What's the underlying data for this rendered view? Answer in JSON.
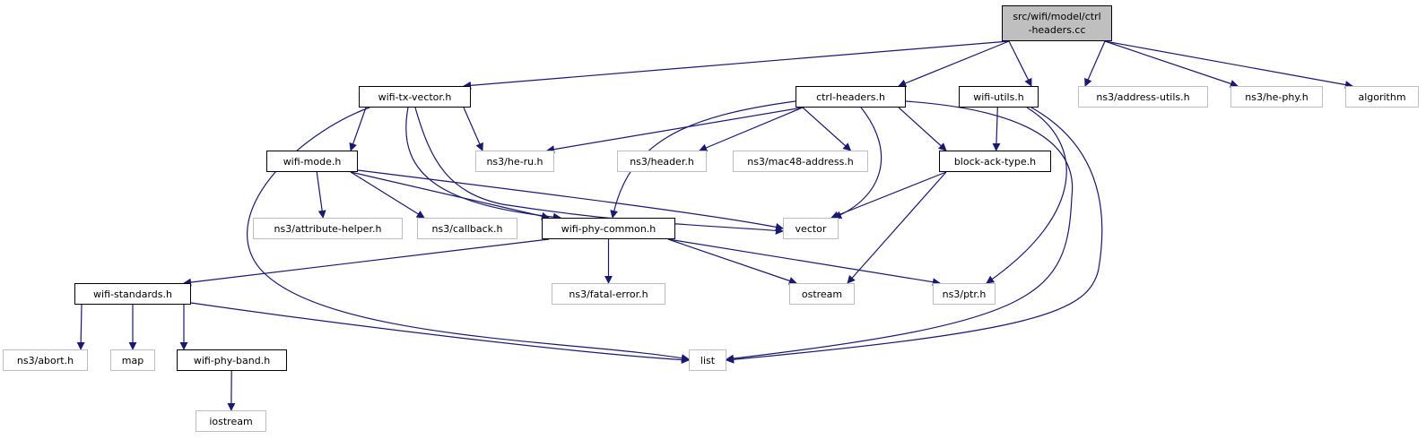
{
  "graph": {
    "edge_color": "#191970",
    "doc_border": "#000000",
    "ext_border": "#bfbfbf",
    "root_fill": "#bfbfbf",
    "nodes": [
      {
        "id": "root",
        "lines": [
          "src/wifi/model/ctrl",
          "-headers.cc"
        ],
        "kind": "root"
      },
      {
        "id": "wifi-tx-vector",
        "lines": [
          "wifi-tx-vector.h"
        ],
        "kind": "doc"
      },
      {
        "id": "ctrl-headers",
        "lines": [
          "ctrl-headers.h"
        ],
        "kind": "doc"
      },
      {
        "id": "wifi-utils",
        "lines": [
          "wifi-utils.h"
        ],
        "kind": "doc"
      },
      {
        "id": "address-utils",
        "lines": [
          "ns3/address-utils.h"
        ],
        "kind": "ext"
      },
      {
        "id": "he-phy",
        "lines": [
          "ns3/he-phy.h"
        ],
        "kind": "ext"
      },
      {
        "id": "algorithm",
        "lines": [
          "algorithm"
        ],
        "kind": "ext"
      },
      {
        "id": "wifi-mode",
        "lines": [
          "wifi-mode.h"
        ],
        "kind": "doc"
      },
      {
        "id": "he-ru",
        "lines": [
          "ns3/he-ru.h"
        ],
        "kind": "ext"
      },
      {
        "id": "header",
        "lines": [
          "ns3/header.h"
        ],
        "kind": "ext"
      },
      {
        "id": "mac48",
        "lines": [
          "ns3/mac48-address.h"
        ],
        "kind": "ext"
      },
      {
        "id": "block-ack-type",
        "lines": [
          "block-ack-type.h"
        ],
        "kind": "doc"
      },
      {
        "id": "attribute-helper",
        "lines": [
          "ns3/attribute-helper.h"
        ],
        "kind": "ext"
      },
      {
        "id": "callback",
        "lines": [
          "ns3/callback.h"
        ],
        "kind": "ext"
      },
      {
        "id": "wifi-phy-common",
        "lines": [
          "wifi-phy-common.h"
        ],
        "kind": "doc"
      },
      {
        "id": "vector",
        "lines": [
          "vector"
        ],
        "kind": "ext"
      },
      {
        "id": "wifi-standards",
        "lines": [
          "wifi-standards.h"
        ],
        "kind": "doc"
      },
      {
        "id": "fatal-error",
        "lines": [
          "ns3/fatal-error.h"
        ],
        "kind": "ext"
      },
      {
        "id": "ostream",
        "lines": [
          "ostream"
        ],
        "kind": "ext"
      },
      {
        "id": "ptr",
        "lines": [
          "ns3/ptr.h"
        ],
        "kind": "ext"
      },
      {
        "id": "abort",
        "lines": [
          "ns3/abort.h"
        ],
        "kind": "ext"
      },
      {
        "id": "map",
        "lines": [
          "map"
        ],
        "kind": "ext"
      },
      {
        "id": "wifi-phy-band",
        "lines": [
          "wifi-phy-band.h"
        ],
        "kind": "doc"
      },
      {
        "id": "list",
        "lines": [
          "list"
        ],
        "kind": "ext"
      },
      {
        "id": "iostream",
        "lines": [
          "iostream"
        ],
        "kind": "ext"
      }
    ],
    "edges": [
      [
        "root",
        "wifi-tx-vector"
      ],
      [
        "root",
        "ctrl-headers"
      ],
      [
        "root",
        "wifi-utils"
      ],
      [
        "root",
        "address-utils"
      ],
      [
        "root",
        "he-phy"
      ],
      [
        "root",
        "algorithm"
      ],
      [
        "wifi-tx-vector",
        "wifi-mode"
      ],
      [
        "wifi-tx-vector",
        "he-ru"
      ],
      [
        "wifi-tx-vector",
        "wifi-phy-common"
      ],
      [
        "wifi-tx-vector",
        "vector"
      ],
      [
        "wifi-tx-vector",
        "list"
      ],
      [
        "ctrl-headers",
        "he-ru"
      ],
      [
        "ctrl-headers",
        "header"
      ],
      [
        "ctrl-headers",
        "mac48"
      ],
      [
        "ctrl-headers",
        "wifi-phy-common"
      ],
      [
        "ctrl-headers",
        "vector"
      ],
      [
        "ctrl-headers",
        "block-ack-type"
      ],
      [
        "ctrl-headers",
        "list"
      ],
      [
        "wifi-utils",
        "block-ack-type"
      ],
      [
        "wifi-utils",
        "ptr"
      ],
      [
        "wifi-utils",
        "list"
      ],
      [
        "wifi-mode",
        "attribute-helper"
      ],
      [
        "wifi-mode",
        "callback"
      ],
      [
        "wifi-mode",
        "wifi-phy-common"
      ],
      [
        "wifi-mode",
        "vector"
      ],
      [
        "block-ack-type",
        "vector"
      ],
      [
        "block-ack-type",
        "ostream"
      ],
      [
        "wifi-phy-common",
        "wifi-standards"
      ],
      [
        "wifi-phy-common",
        "fatal-error"
      ],
      [
        "wifi-phy-common",
        "ostream"
      ],
      [
        "wifi-phy-common",
        "ptr"
      ],
      [
        "wifi-standards",
        "abort"
      ],
      [
        "wifi-standards",
        "map"
      ],
      [
        "wifi-standards",
        "wifi-phy-band"
      ],
      [
        "wifi-standards",
        "list"
      ],
      [
        "wifi-phy-band",
        "iostream"
      ]
    ]
  }
}
